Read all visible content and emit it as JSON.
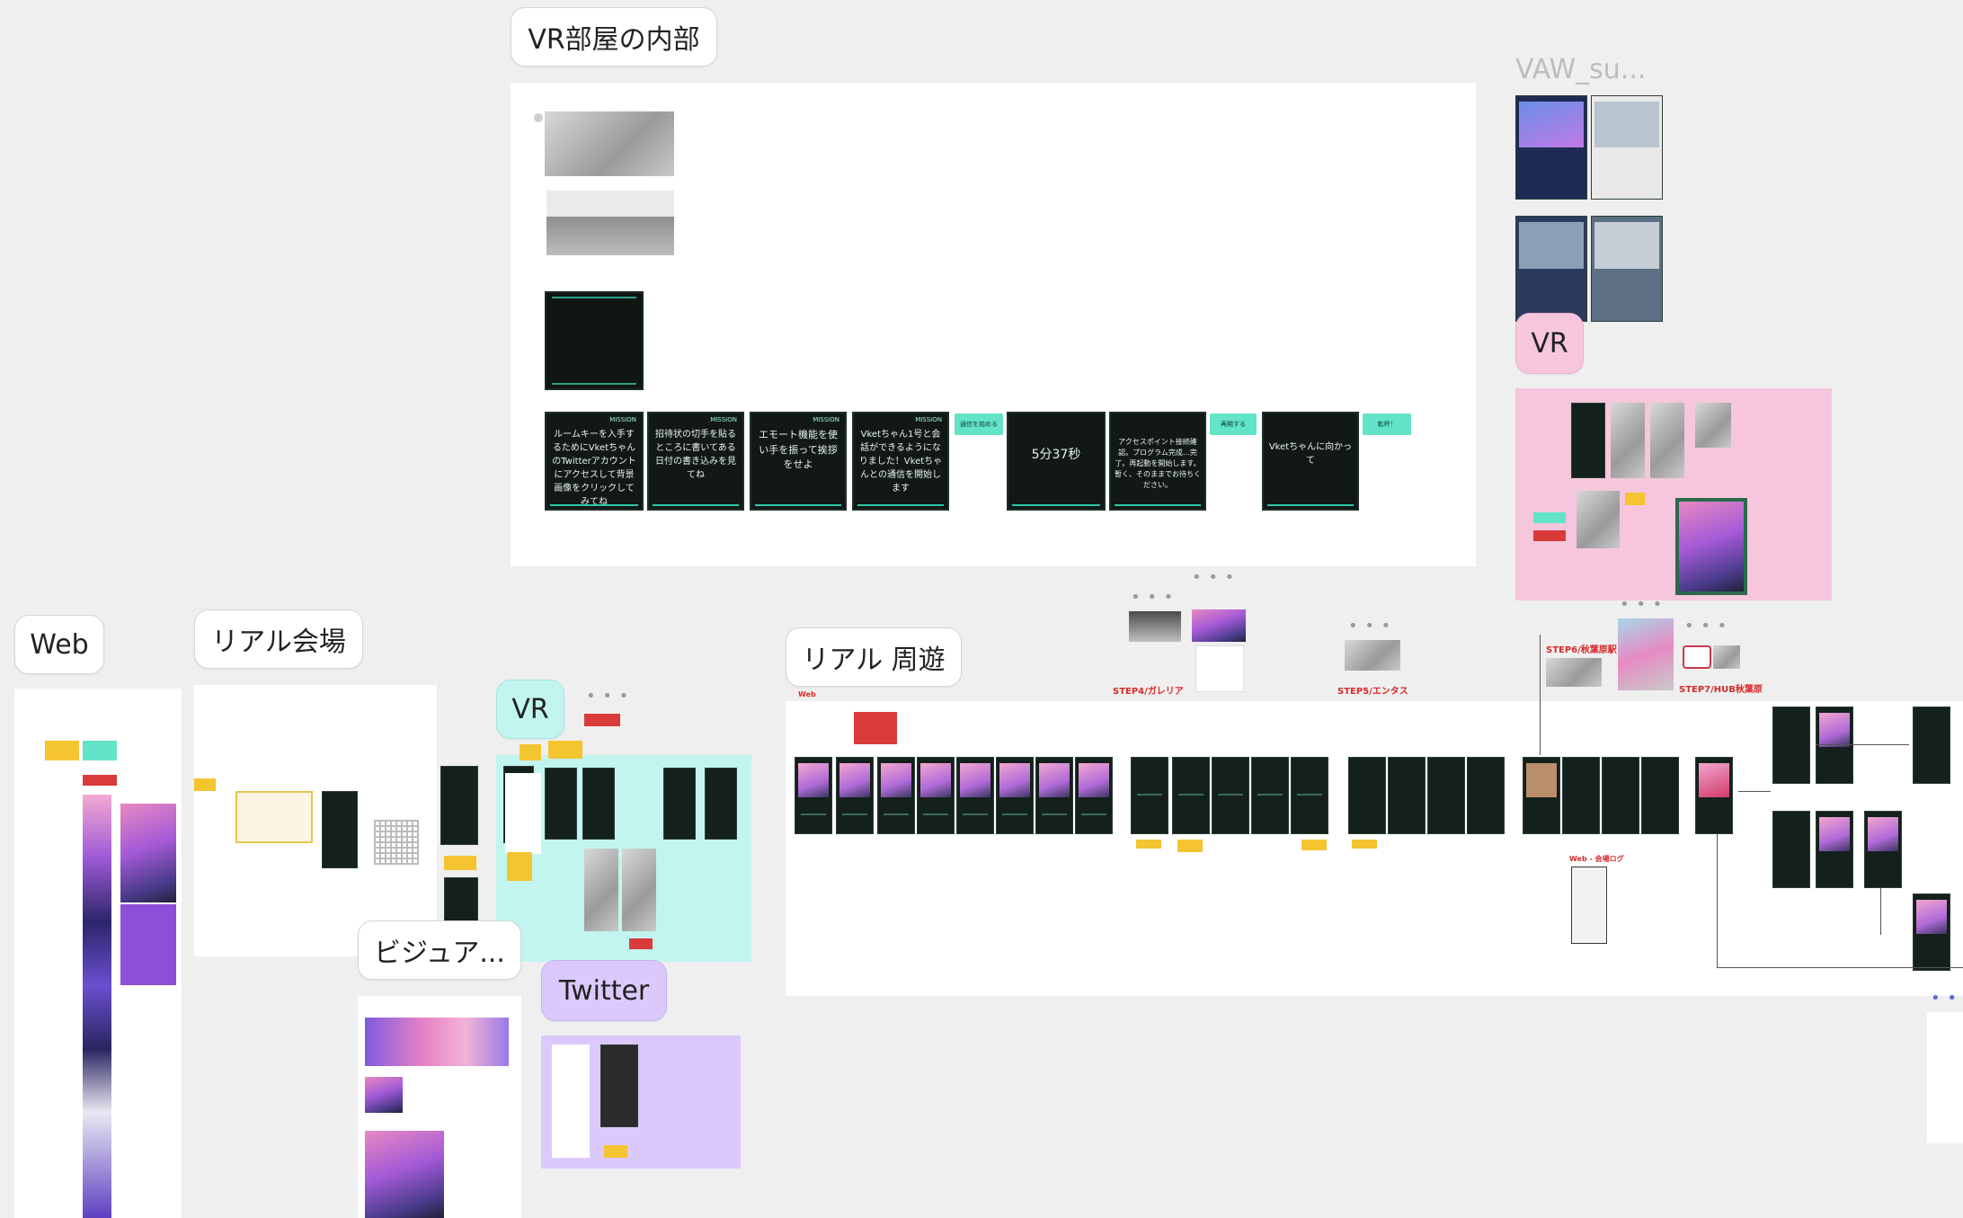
{
  "sections": {
    "vr_room": "VR部屋の内部",
    "vaw": "VAW_su...",
    "vr_pink": "VR",
    "web": "Web",
    "real_venue": "リアル会場",
    "vr_cyan": "VR",
    "real_tour": "リアル 周遊",
    "visual": "ビジュア...",
    "twitter": "Twitter"
  },
  "missions": [
    "ルームキーを入手するためにVketちゃんのTwitterアカウントにアクセスして背景画像をクリックしてみてね",
    "招待状の切手を貼るところに書いてある日付の書き込みを見てね",
    "エモート機能を使い手を振って挨拶をせよ",
    "Vketちゃん1号と会話ができるようになりました！Vketちゃんとの通信を開始します",
    "5分37秒",
    "アクセスポイント接続確認。プログラム完成…完了。再起動を開始します。暫く、そのままでお待ちください。",
    "Vketちゃんに向かって"
  ],
  "mission_header": "MISSION",
  "chips": [
    "通信を始める",
    "再開する",
    "乾杯！"
  ],
  "step_labels": {
    "step4": "STEP4/ガレリア",
    "step5": "STEP5/エンタス",
    "step6": "STEP6/秋葉原駅",
    "step7": "STEP7/HUB秋葉原",
    "web_log": "Web - 会場ログ",
    "web_small": "Web"
  },
  "colors": {
    "canvas": "#efefef",
    "cyan_section": "#c2f5ef",
    "pink_section": "#f6c7dc",
    "twitter_section": "#dcc9fb",
    "sticky_yellow": "#f4c431",
    "accent_red": "#d72a2a",
    "screen_dark": "#0f1613",
    "screen_accent": "#2fc7a6"
  }
}
